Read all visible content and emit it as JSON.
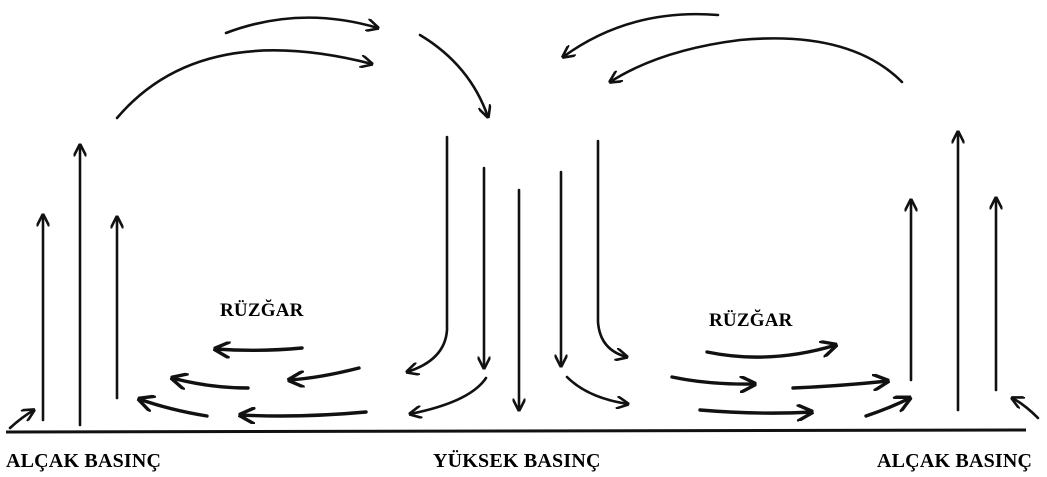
{
  "labels": {
    "low_left": "ALÇAK BASINÇ",
    "high_center": "YÜKSEK BASINÇ",
    "low_right": "ALÇAK BASINÇ",
    "wind_left": "RÜZĞAR",
    "wind_right": "RÜZĞAR"
  }
}
